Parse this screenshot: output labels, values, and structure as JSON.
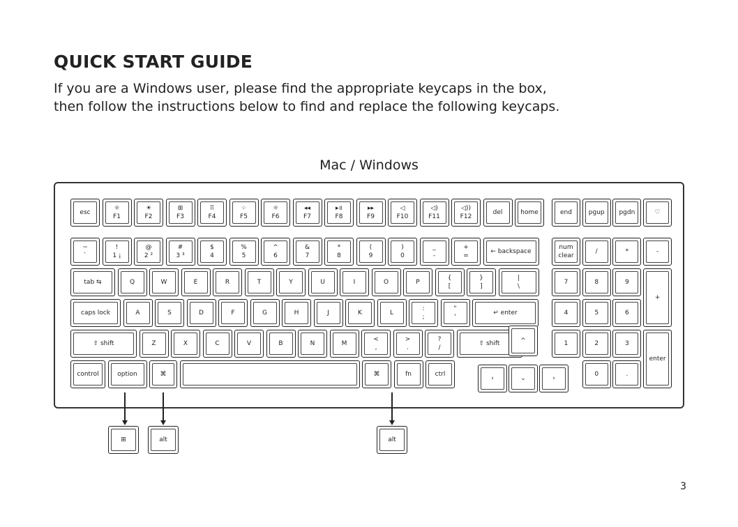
{
  "title": "QUICK START GUIDE",
  "intro": [
    "If you are a Windows user, please find the appropriate keycaps in the box,",
    "then follow the instructions below to find and replace the following keycaps."
  ],
  "subtitle": "Mac / Windows",
  "page_number": "3",
  "rows": [
    [
      {
        "id": "esc",
        "l": "esc"
      },
      {
        "id": "f1",
        "t": "☼",
        "b": "F1"
      },
      {
        "id": "f2",
        "t": "☀",
        "b": "F2"
      },
      {
        "id": "f3",
        "t": "⊞",
        "b": "F3"
      },
      {
        "id": "f4",
        "t": "⠿",
        "b": "F4"
      },
      {
        "id": "f5",
        "t": "⁘",
        "b": "F5"
      },
      {
        "id": "f6",
        "t": "☼",
        "b": "F6"
      },
      {
        "id": "f7",
        "t": "◂◂",
        "b": "F7"
      },
      {
        "id": "f8",
        "t": "▸॥",
        "b": "F8"
      },
      {
        "id": "f9",
        "t": "▸▸",
        "b": "F9"
      },
      {
        "id": "f10",
        "t": "◁",
        "b": "F10"
      },
      {
        "id": "f11",
        "t": "◁)",
        "b": "F11"
      },
      {
        "id": "f12",
        "t": "◁))",
        "b": "F12"
      },
      {
        "id": "del",
        "l": "del"
      },
      {
        "id": "home",
        "l": "home"
      },
      {
        "id": "end",
        "l": "end"
      },
      {
        "id": "pgup",
        "l": "pgup"
      },
      {
        "id": "pgdn",
        "l": "pgdn"
      },
      {
        "id": "light",
        "l": "♡"
      }
    ],
    [
      {
        "id": "grave",
        "t": "~",
        "b": "`"
      },
      {
        "id": "1",
        "t": "!",
        "b": "1 ¡"
      },
      {
        "id": "2",
        "t": "@",
        "b": "2 ²"
      },
      {
        "id": "3",
        "t": "#",
        "b": "3 ³"
      },
      {
        "id": "4",
        "t": "$",
        "b": "4"
      },
      {
        "id": "5",
        "t": "%",
        "b": "5"
      },
      {
        "id": "6",
        "t": "^",
        "b": "6"
      },
      {
        "id": "7",
        "t": "&",
        "b": "7"
      },
      {
        "id": "8",
        "t": "*",
        "b": "8"
      },
      {
        "id": "9",
        "t": "(",
        "b": "9"
      },
      {
        "id": "0",
        "t": ")",
        "b": "0"
      },
      {
        "id": "minus",
        "t": "_",
        "b": "-"
      },
      {
        "id": "equal",
        "t": "+",
        "b": "="
      },
      {
        "id": "backspace",
        "l": "← backspace"
      },
      {
        "id": "numclear",
        "t": "num",
        "b": "clear"
      },
      {
        "id": "numslash",
        "l": "/"
      },
      {
        "id": "numstar",
        "l": "*"
      },
      {
        "id": "numminus",
        "l": "-"
      }
    ],
    [
      {
        "id": "tab",
        "l": "tab ⇆"
      },
      {
        "id": "q",
        "l": "Q"
      },
      {
        "id": "w",
        "l": "W"
      },
      {
        "id": "e",
        "l": "E"
      },
      {
        "id": "r",
        "l": "R"
      },
      {
        "id": "t",
        "l": "T"
      },
      {
        "id": "y",
        "l": "Y"
      },
      {
        "id": "u",
        "l": "U"
      },
      {
        "id": "i",
        "l": "I"
      },
      {
        "id": "o",
        "l": "O"
      },
      {
        "id": "p",
        "l": "P"
      },
      {
        "id": "lbracket",
        "t": "{",
        "b": "["
      },
      {
        "id": "rbracket",
        "t": "}",
        "b": "]"
      },
      {
        "id": "backslash",
        "t": "|",
        "b": "\\"
      },
      {
        "id": "num7",
        "l": "7"
      },
      {
        "id": "num8",
        "l": "8"
      },
      {
        "id": "num9",
        "l": "9"
      },
      {
        "id": "numplus",
        "l": "+"
      }
    ],
    [
      {
        "id": "caps",
        "l": "caps lock"
      },
      {
        "id": "a",
        "l": "A"
      },
      {
        "id": "s",
        "l": "S"
      },
      {
        "id": "d",
        "l": "D"
      },
      {
        "id": "f",
        "l": "F"
      },
      {
        "id": "g",
        "l": "G"
      },
      {
        "id": "h",
        "l": "H"
      },
      {
        "id": "j",
        "l": "J"
      },
      {
        "id": "k",
        "l": "K"
      },
      {
        "id": "l",
        "l": "L"
      },
      {
        "id": "semicolon",
        "t": ":",
        "b": ";"
      },
      {
        "id": "quote",
        "t": "\"",
        "b": "'"
      },
      {
        "id": "enter",
        "l": "↵ enter"
      },
      {
        "id": "num4",
        "l": "4"
      },
      {
        "id": "num5",
        "l": "5"
      },
      {
        "id": "num6",
        "l": "6"
      }
    ],
    [
      {
        "id": "lshift",
        "l": "⇧ shift"
      },
      {
        "id": "z",
        "l": "Z"
      },
      {
        "id": "x",
        "l": "X"
      },
      {
        "id": "c",
        "l": "C"
      },
      {
        "id": "v",
        "l": "V"
      },
      {
        "id": "b",
        "l": "B"
      },
      {
        "id": "n",
        "l": "N"
      },
      {
        "id": "m",
        "l": "M"
      },
      {
        "id": "comma",
        "t": "<",
        "b": ","
      },
      {
        "id": "period",
        "t": ">",
        "b": "."
      },
      {
        "id": "slash",
        "t": "?",
        "b": "/"
      },
      {
        "id": "rshift",
        "l": "⇧ shift"
      },
      {
        "id": "up",
        "l": "^"
      },
      {
        "id": "num1",
        "l": "1"
      },
      {
        "id": "num2",
        "l": "2"
      },
      {
        "id": "num3",
        "l": "3"
      },
      {
        "id": "numenter",
        "l": "enter"
      }
    ],
    [
      {
        "id": "control",
        "l": "control"
      },
      {
        "id": "option",
        "l": "option"
      },
      {
        "id": "lcmd",
        "l": "⌘"
      },
      {
        "id": "space",
        "l": ""
      },
      {
        "id": "rcmd",
        "l": "⌘"
      },
      {
        "id": "fn",
        "l": "fn"
      },
      {
        "id": "ctrl",
        "l": "ctrl"
      },
      {
        "id": "left",
        "l": "‹"
      },
      {
        "id": "down",
        "l": "⌄"
      },
      {
        "id": "right",
        "l": "›"
      },
      {
        "id": "num0",
        "l": "0"
      },
      {
        "id": "numdot",
        "l": "."
      }
    ]
  ],
  "replacements": [
    {
      "id": "win",
      "l": "⊞"
    },
    {
      "id": "alt",
      "l": "alt"
    },
    {
      "id": "alt2",
      "l": "alt"
    }
  ]
}
